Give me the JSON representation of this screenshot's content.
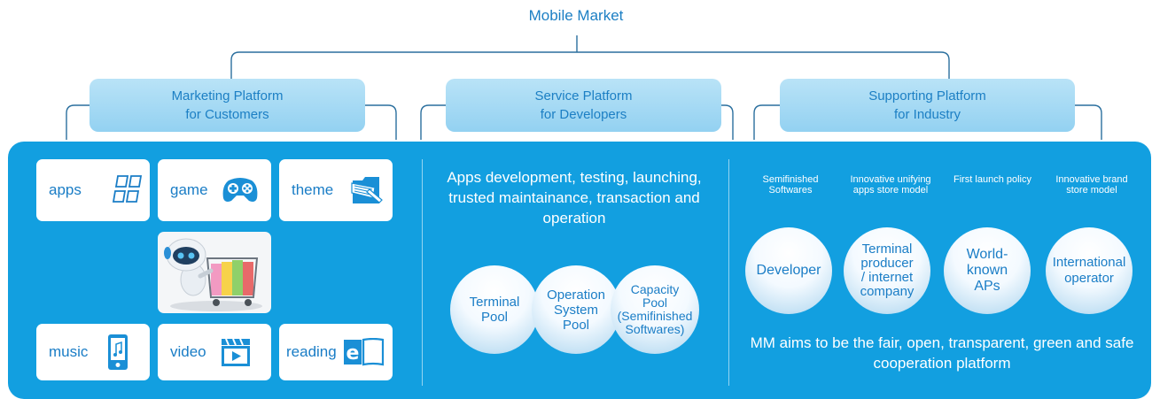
{
  "title": "Mobile Market",
  "platforms": [
    {
      "line1": "Marketing Platform",
      "line2": "for Customers"
    },
    {
      "line1": "Service Platform",
      "line2": "for Developers"
    },
    {
      "line1": "Supporting Platform",
      "line2": "for Industry"
    }
  ],
  "marketing": {
    "tiles": [
      "apps",
      "game",
      "theme",
      "music",
      "video",
      "reading"
    ],
    "icons": [
      "apps-grid-icon",
      "gamepad-icon",
      "theme-folder-icon",
      "music-player-icon",
      "video-clapper-icon",
      "ebook-icon"
    ]
  },
  "service": {
    "text": "Apps development, testing, launching, trusted maintainance, transaction and operation",
    "pools": [
      {
        "lines": [
          "Terminal",
          "Pool"
        ]
      },
      {
        "lines": [
          "Operation",
          "System",
          "Pool"
        ]
      },
      {
        "lines": [
          "Capacity",
          "Pool",
          "(Semifinished",
          "Softwares)"
        ]
      }
    ]
  },
  "supporting": {
    "labels": [
      {
        "line1": "Semifinished",
        "line2": "Softwares"
      },
      {
        "line1": "Innovative unifying",
        "line2": "apps store model"
      },
      {
        "line1": "First launch policy",
        "line2": ""
      },
      {
        "line1": "Innovative  brand",
        "line2": "store model"
      }
    ],
    "parties": [
      {
        "lines": [
          "Developer"
        ]
      },
      {
        "lines": [
          "Terminal",
          "producer",
          "/ internet",
          "company"
        ]
      },
      {
        "lines": [
          "World-",
          "known",
          "APs"
        ]
      },
      {
        "lines": [
          "International",
          "operator"
        ]
      }
    ],
    "footer": "MM aims to be the fair, open, transparent, green and safe cooperation platform"
  },
  "colors": {
    "panel": "#129fe0",
    "accent": "#1c7fc4",
    "pill": "#a6daf3",
    "line": "#2a6f9e"
  }
}
